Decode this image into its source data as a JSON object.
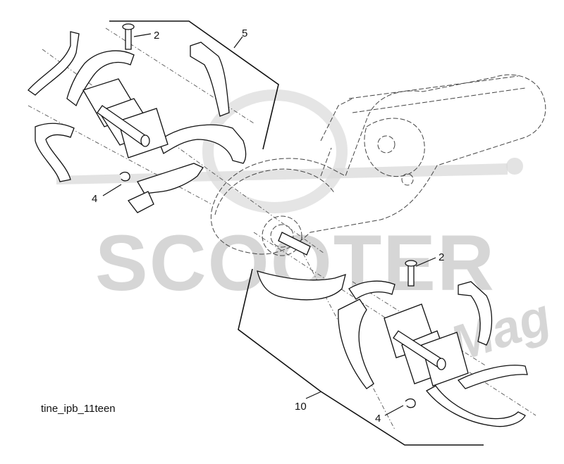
{
  "caption": "tine_ipb_11teen",
  "callouts": {
    "c2_top": "2",
    "c5": "5",
    "c4_left": "4",
    "c2_right": "2",
    "c4_bottom": "4",
    "c10": "10"
  },
  "watermark": {
    "text": "SCOOTER",
    "script": "Mag"
  }
}
